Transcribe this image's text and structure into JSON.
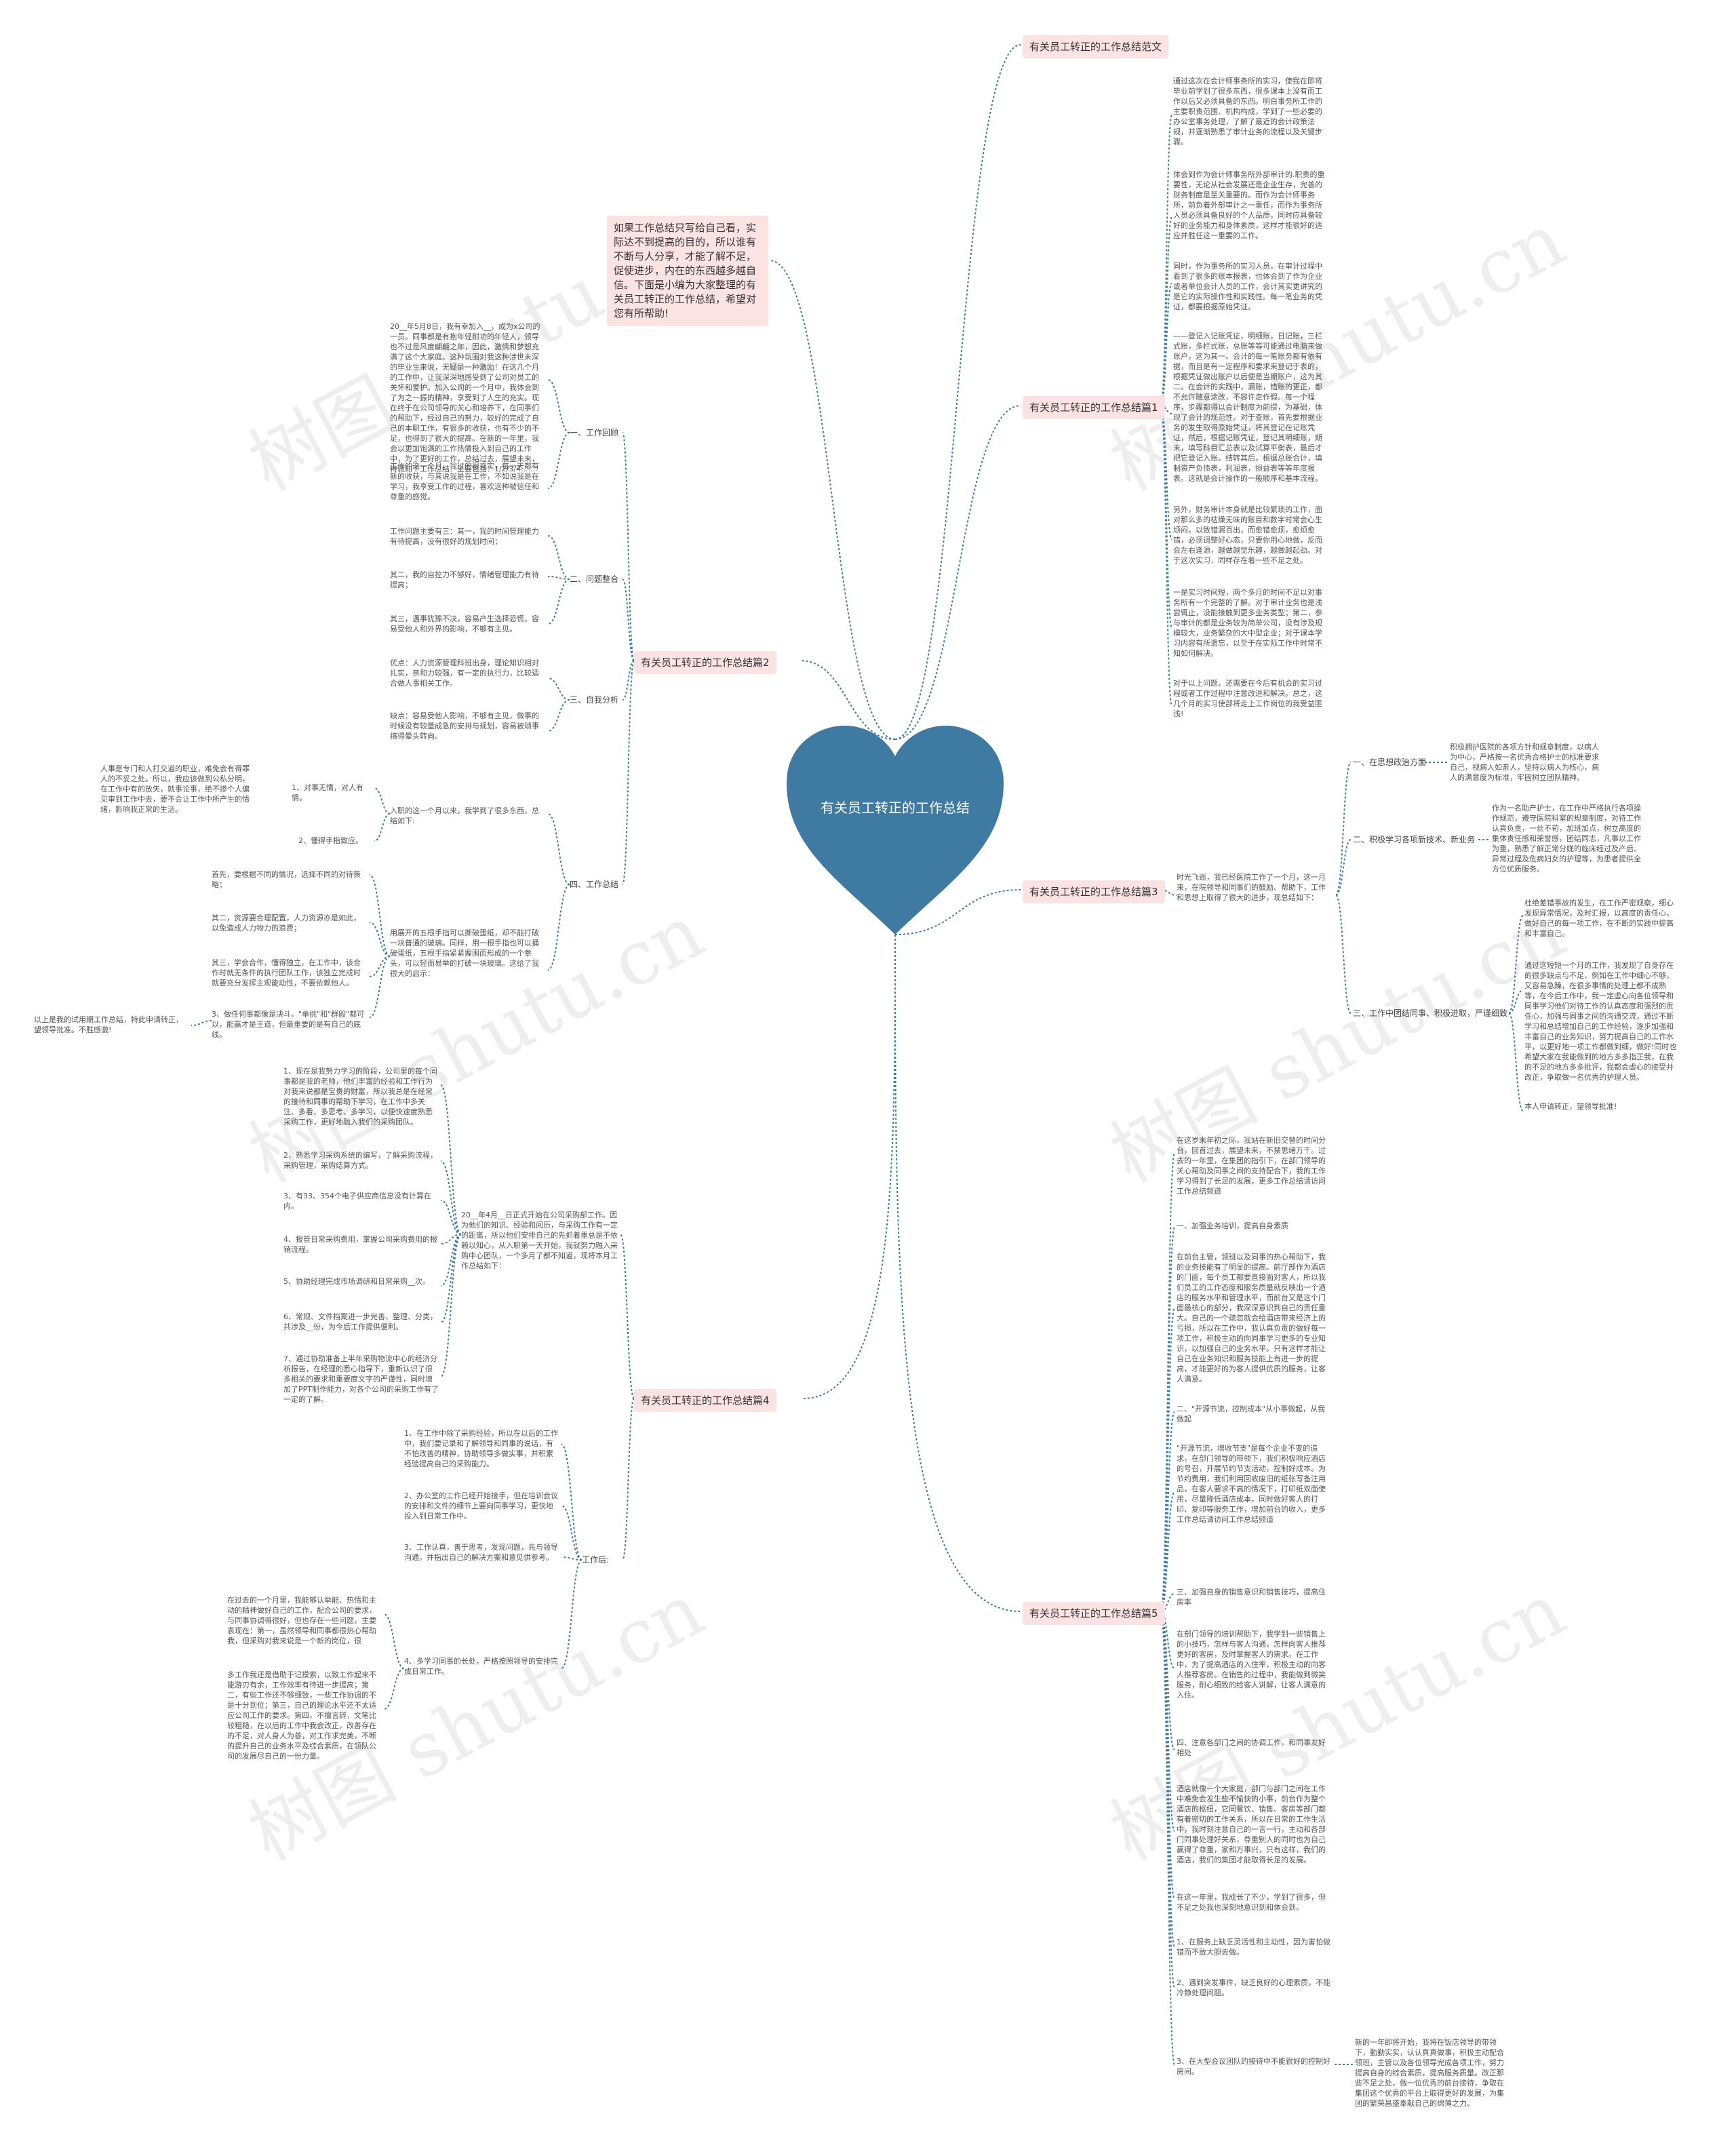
{
  "watermark": "树图 shutu.cn",
  "colors": {
    "heart": "#3e7aa1",
    "branch_bg": "#fbe3e3",
    "link": "#3e7aa1"
  },
  "center": {
    "title": "有关员工转正的工作总结"
  },
  "intro": "如果工作总结只写给自己看，实际达不到提高的目的，所以谁有不断与人分享，才能了解不足，促使进步，内在的东西越多越自信。下面是小编为大家整理的有关员工转正的工作总结，希望对您有所帮助!",
  "branches": {
    "fanwen": "有关员工转正的工作总结范文",
    "p1": "有关员工转正的工作总结篇1",
    "p2": "有关员工转正的工作总结篇2",
    "p3": "有关员工转正的工作总结篇3",
    "p4": "有关员工转正的工作总结篇4",
    "p5": "有关员工转正的工作总结篇5"
  },
  "p1": [
    "通过这次在会计师事务所的实习，使我在即将毕业前学到了很多东西，很多课本上没有而工作以后又必须具备的东西。明白事务所工作的主要职责范围、机构构成，学到了一些必要的办公室事务处理，了解了最近的会计政策法规，并逐渐熟悉了审计业务的流程以及关键步骤。",
    "体会到作为会计师事务所外部审计的.职责的重要性，无论从社会发展还是企业生存，完善的财务制度是至关重要的。而作为会计师事务所，前负着外部审计之一重任，而作为事务所人员必须具备良好的个人品质，同时应具备较好的业务能力和身体素质，这样才能很好的适应并胜任这一重要的工作。",
    "同时，作为事务所的实习人员，在审计过程中看到了很多的账本报表，也体会到了作为企业或者单位会计人员的工作，会计其实更讲究的是它的实际操作性和实践性。每一笔业务的凭证，都要根据原始凭证。",
    "——登记入记账凭证，明细账，日记账，三栏式账，多栏式账，总账等等可能通过电脑来做账户，这为其一。会计的每一笔账务都有依有据，而且是有一定程序和要求来登记于表的，根据凭证做出账户以后便是当期账户，这为其二。在会计的实践中，漏账，错账的更正，都不允许随意涂改，不容许走作假。每一个程序，步骤都得以会计制度为前提，为基础，体现了会计的规范性。对于查账，首先要根据业务的发生取得原始凭证，将其登记在记账凭证，然后，根据记账凭证，登记其明细账，期末，填写科目汇总表以及试算平衡表，最后才把它登记入账。结转其后，根据总账合计，填制资产负债表，利润表，损益表等等年度报表。这就是会计操作的一般顺序和基本流程。",
    "另外，财务审计本身就是比较繁琐的工作，面对那么多的枯燥无味的账目和数字时常会心生烦闷，以致错漏百出，而愈错愈烦，愈烦愈错，必须调整好心态，只要你用心地做，反而会左右逢源，越做越觉乐趣，越做越起劲。对于这次实习，同样存在着一些不足之处。",
    "一是实习时间短，两个多月的时间不足以对事务所有一个完整的了解。对于审计业务也是浅尝辄止，没能接触到更多业务类型；第二，参与审计的都是业务较为简单公司，没有涉及规模较大，业务繁杂的大中型企业；对于课本学习内容有所遗忘，以至于在实际工作中时常不知如何解决。",
    "对于以上问题，还需要在今后有机会的实习过程或者工作过程中注意改进和解决。总之，这几个月的实习使部将走上工作岗位的我受益匪浅!"
  ],
  "p2": {
    "groups": [
      {
        "label": "一、工作回顾",
        "items": [
          "20__年5月8日，我有幸加入__，成为x公司的一员。同事都是有抱年轻耐功的年轻人，领导也不过是风度翩翩之年，因此，激情和梦想充满了这个大家庭。这种氛围对我这种涉世未深的毕业生来说，无疑是一种激励！在这几个月的工作中，让我深深地感受到了公司对员工的关怀和爱护。加入公司的一个月中，我体会到了为之一振的精神，享受到了人生的充实。现在终于在公司领导的关心和培养下，在同事们的帮助下，经过自己的努力，较好的完成了自己的本职工作，有很多的收获，也有不少的不足，也得到了很大的提高。在新的一年里，我会以更加饱满的工作热情投入到自己的工作中，为了更好的工作，总结过去，展望未来，特做如下工作总结：主要包括：1/2/3/4.......",
          "工作的这一个月，我过的很充实，每一天都有新的收获，与其说我是在工作，不如说我是在学习，我享受工作的过程，喜欢这种被信任和尊重的感觉。"
        ]
      },
      {
        "label": "二、问题整合",
        "items": [
          "工作问题主要有三：其一，我的时间管理能力有待提高，没有很好的规划时间；",
          "其二，我的自控力不够好，情绪管理能力有待提高；",
          "其三，遇事犹豫不决，容易产生选择恐慌，容易受他人和外界的影响，不够有主见。"
        ]
      },
      {
        "label": "三、自我分析",
        "items": [
          "优点：人力资源管理科班出身，理论知识相对扎实，亲和力较强，有一定的执行力，比较适合做人事相关工作。",
          "缺点：容易受他人影响，不够有主见，做事的时候没有较量成急的安排与规划，容易被琐事搞得晕头转向。"
        ]
      },
      {
        "label": "四、工作总结",
        "items": [
          "入职的这一个月以来，我学到了很多东西，总结如下:",
          "用展开的五根手指可以撕破蛋纸，却不能打破一块普通的玻璃。同样，用一根手指也可以捅破蛋纸，五根手指紧紧握围而形成的一个拳头，可以轻而易举的打破一块玻璃。这给了我很大的启示：",
          "3、做任何事都像是决斗。\"单挑\"和\"群殴\"都可以，能赢才是王道，但最重要的是有自己的底线。"
        ],
        "sub1": [
          "1、对事无情，对人有情。",
          "2、懂得手指致应。"
        ],
        "sub1_text": "人事是专门和人打交道的职业，难免会有得罪人的不妥之处。所以，我应该做到公私分明，在工作中有的放矢，就事论事，绝不掺个人偏见审到工作中去，要不会让工作中所产生的情绪，影响我正常的生活。",
        "sub2": [
          "首先，要根据不同的情况，选择不同的对待策略；",
          "其二，资源要合理配置，人力资源亦是如此，以免造成人力物力的浪费；",
          "其三，学会合作，懂得独立，在工作中，该合作时就无条件的执行团队工作，该独立完成时就要充分发挥主观能动性，不要依赖他人。"
        ]
      }
    ],
    "closing": "以上是我的试用期工作总结，特此申请转正，望领导批准。不胜感激!"
  },
  "p3": {
    "intro": "时光飞逝，我已经医院工作了一个月，这一月来，在院领导和同事们的鼓励、帮助下，工作和思想上取得了很大的进步，现总结如下：",
    "items": [
      {
        "label": "一、在思想政治方面",
        "text": "积极拥护医院的各项方针和规章制度，以病人为中心，严格按一名优秀合格护士的标准要求自己，视病人如亲人，坚持以病人为核心，病人的满意度为标准，牢固树立团队精神。"
      },
      {
        "label": "二、积极学习各项新技术、新业务",
        "text": "作为一名助产护士，在工作中严格执行各项操作规范，遵守医院科室的规章制度，对待工作认真负责，一丝不苟，加班加点，树立高度的集体责任感和荣誉感，团结同志，凡事以工作为重，熟悉了解正常分娩的临床经过及产后、异常过程及危病妇女的护理等，为患者提供全方位优质服务。"
      },
      {
        "label": "三、工作中团结同事、积极进取，严谨细致",
        "texts": [
          "杜绝差错事故的发生，在工作严密观察，细心发现异常情况，及时汇报，以高度的责任心，做好自己的每一项工作，在不断的实践中提高和丰富自己。",
          "通过这短短一个月的工作，我发现了自身存在的很多缺点与不足，例如在工作中细心不够，又容易急躁，在很多事情的处理上都不成熟等，在今后工作中，我一定虚心向各位领导和同事学习他们对待工作的认真态度和强烈的责任心，加强与同事之间的沟通交流，通过不断学习和总结增加自己的工作经验，逐步加强和丰富自己的业务知识，努力提高自己的工作水平，以更好地一项工作都做到细，做好!同时也希望大家在我能做到的地方多多指正我，在我的不足的地方多多批评，我都会虚心的接受并改正，争取做一名优秀的护理人员。",
          "本人申请转正，望领导批准!"
        ]
      }
    ]
  },
  "p4": {
    "col1": [
      "1、现在是我努力学习的阶段，公司里的每个同事都是我的老师，他们丰富的经验和工作行为对我来说都是宝贵的财富，所以我总是在经常的接待和同事的帮助下学习，在工作中多关注、多看、多思考、多学习，以便快速度熟悉采购工作，更好地融入我们的采购团队。",
      "2、熟悉学习采购系统的编写，了解采购流程，采购管理，采购结算方式。",
      "3、有33、354个电子供应商信息没有计算在内。",
      "4、报管日常采购费用，掌握公司采购费用的报销流程。",
      "5、协助经理完成市场调研和日常采购__次。",
      "6、常规、文件档案进一步完善、整理、分类，共涉及__份，为今后工作提供便利。",
      "7、通过协助准备上半年采购物流中心的经济分析报告，在经理的悉心指导下，重新认识了很多相关的要求和重要度文字的严谨性，同时增加了PPT制作能力，对各个公司的采购工作有了一定的了解。"
    ],
    "mid": "20__年4月__日正式开始在公司采购部工作。因为他们的知识、经验和阅历，与采购工作有一定的距离，所以他们安排自己的先抓着重总是不依赖以知心，从入职第一天开始，我就努力融入采购中心团队，一个多月了都不知道，现将本月工作总结如下：",
    "group_label": "工作后:",
    "col2": [
      "1、在工作中除了采购经验，所以在以后的工作中，我们要记录和了解领导和同事的说话，有不怕改善的精神，协助领导多做实事，并积累经验提高自己的采购能力。",
      "2、办公室的工作已经开始接手，但在培训会议的安排和文件的细节上要向同事学习，更快地投入到日常工作中。",
      "3、工作认真，善于思考，发现问题，先与领导沟通，并指出自己的解决方案和意见供参考。",
      "4、多学习同事的长处，严格按照领导的安排完成日常工作。"
    ],
    "col3": [
      "在过去的一个月里，我能够认举能、热情和主动的精神做好自己的工作，配合公司的要求，与同事协调得很好，但也存在一些问题，主要表现在：第一，虽然领导和同事都很热心帮助我，但采购对我来说是一个新的岗位，很",
      "多工作我还是借助于记摸索，以致工作起来不能游刃有余，工作效率有待进一步提高；第二，有些工作还不够细致，一些工作协调的不是十分到位；第三，自己的理论水平还不太适应公司工作的要求。第四，不擅言辞，文笔比较粗糙，在以后的工作中我会改正，改善存在的不足，对人身人为善，对工作求完美，不断的提升自己的业务水平及综合素质，在领队公司的发展尽自己的一份力量。"
    ]
  },
  "p5": [
    "在这岁末年初之际，我站在新旧交替的时间分台，回首过去，展望未来，不禁思绪万千。过去的一年里，在集团的指引下，在部门领导的关心帮助及同事之间的支持配合下，我的工作学习得到了长足的发展，更多工作总结请访问工作总结频道",
    "一、加强业务培训，提高自身素质",
    "在前台主管，领班以及同事的热心帮助下，我的业务技能有了明显的提高。前厅部作为酒店的门面，每个员工都要直接面对客人，所以我们员工的工作态度和服务质量就反映出一个酒店的服务水平和管理水平，而前台又是这个门面最核心的部分，我深深意识到自己的责任重大。自己的一个疏忽就会给酒店带来经济上的亏损，所以在工作中，我认真负责的做好每一项工作，积极主动的向同事学习更多的专业知识，以加强自己的业务水平。只有这样才能让自己在业务知识和服务技能上有进一步的提高，才能更好的为客人提供优质的服务，让客人满意。",
    "二、\"开源节流，控制成本\"从小事做起，从我做起",
    "\"开源节流，增收节支\"是每个企业不变的追求，在部门领导的带领下，我们积极响应酒店的号召，开展节约节支活动，控制好成本。为节约费用，我们利用回收废旧的纸张写备注用品，在客人要求不高的情况下，打印纸双面使用，尽量降低酒店成本，同时做好客人的打印、复印等服务工作，增加前台的收入，更多工作总结请访问工作总结频道",
    "三、加强自身的销售意识和销售技巧，提高住房率",
    "在部门领导的培训帮助下，我学到一些销售上的小技巧，怎样与客人沟通，怎样向客人推荐更好的客房，及时掌握客人的需求。在工作中，为了提高酒店的入住率，积极主动的向客人推荐客房。在销售的过程中，我能做到微笑服务，耐心细致的给客人讲解，让客人满意的入住。",
    "四、注意各部门之间的协调工作，和同事友好相处",
    "酒店就像一个大家庭，部门与部门之间在工作中难免会发生些不愉快的小事，前台作为整个酒店的枢纽，它同餐饮、销售、客房等部门都有着密切的工作关系，所以在日常的工作生活中，我时刻注意自己的一言一行，主动和各部门同事处理好关系，尊重别人的同时也为自己赢得了尊重，家和万事兴，只有这样，我们的酒店，我们的集团才能取得长足的发展。",
    "在这一年里，我成长了不少，学到了很多，但不足之处我也深刻地意识到和体会到。",
    "1、在服务上缺乏灵活性和主动性，因为害怕做错而不敢大胆去做。",
    "2、遇到突发事件，缺乏良好的心理素质，不能冷静处理问题。",
    "3、在大型会议团队的接待中不能很好的控制好房间。",
    "新的一年即将开始，我将在饭店领导的带领下，勤勤实实，认认真真做事，积极主动配合领班，主管以及各位领导完成各项工作，努力提高自身的综合素质，提高服务质量。改正那些不足之处，做一位优秀的前台接待，争取在集团这个优秀的平台上取得更好的发展，为集团的繁荣昌盛奉献自己的绵薄之力。"
  ]
}
